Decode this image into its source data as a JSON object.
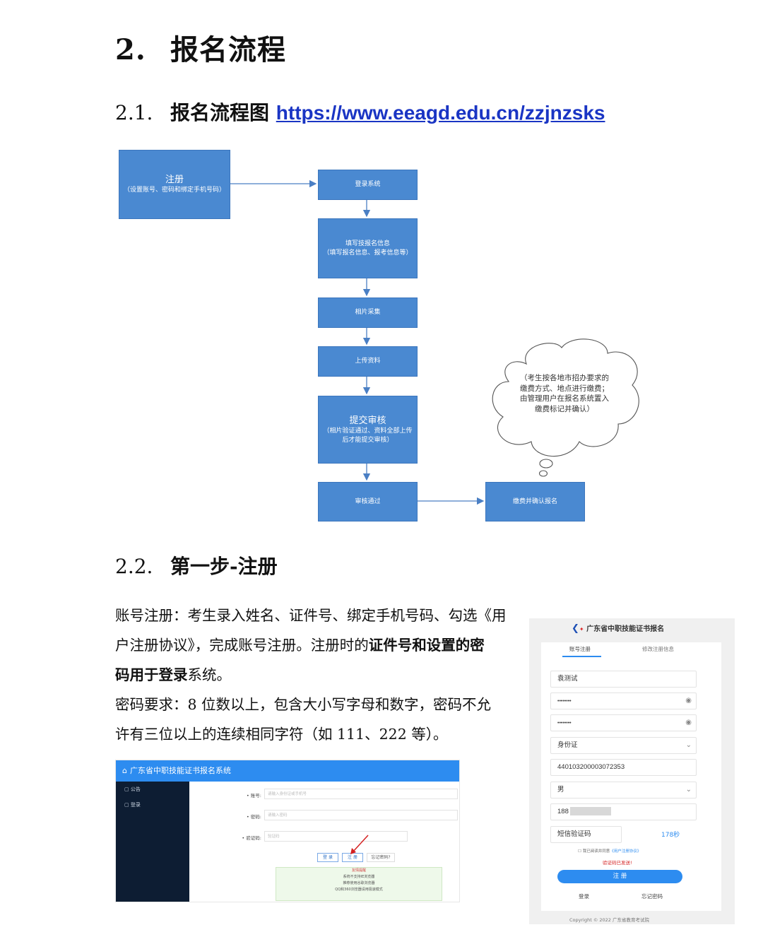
{
  "section": {
    "number": "2.",
    "title": "报名流程"
  },
  "sub1": {
    "number": "2.1.",
    "title": "报名流程图",
    "link": "https://www.eeagd.edu.cn/zzjnzsks"
  },
  "flow": {
    "register": {
      "title": "注册",
      "note": "（设置账号、密码和绑定手机号码）"
    },
    "login": "登录系统",
    "fill": {
      "title": "填写技报名信息",
      "note": "（填写报名信息、报考信息等）"
    },
    "photo": "相片采集",
    "upload": "上传资料",
    "submit": {
      "title": "提交审核",
      "note": "（相片验证通过、资料全部上传后才能提交审核）"
    },
    "approved": "审核通过",
    "pay": "缴费并确认报名",
    "cloud": "（考生按各地市招办要求的缴费方式、地点进行缴费；由管理用户在报名系统置入缴费标记并确认）"
  },
  "sub2": {
    "number": "2.2.",
    "title": "第一步-注册"
  },
  "para1": {
    "line1": "账号注册：考生录入姓名、证件号、绑定手机号码、勾选《用",
    "line2a": "户注册协议》，完成账号注册。注册时的",
    "line2b": "证件号和设置的密",
    "line3a": "码用于登录",
    "line3b": "系统。"
  },
  "para2": {
    "line1": "密码要求：8 位数以上，包含大小写字母和数字，密码不允",
    "line2": "许有三位以上的连续相同字符（如 111、222 等）。"
  },
  "shot_left": {
    "title": "广东省中职技能证书报名系统",
    "menu": [
      "公告",
      "登录"
    ],
    "account_label": "• 账号:",
    "account_ph": "请输入身份证或手机号",
    "password_label": "• 密码:",
    "password_ph": "请输入密码",
    "captcha_label": "• 验证码:",
    "captcha_ph": "验证码",
    "login_btn": "登 录",
    "register_btn": "注 册",
    "forgot": "忘记密码?",
    "notice_title": "友情提醒",
    "notice_lines": [
      "系统不支持IE浏览器",
      "推荐使用谷歌浏览器",
      "QQ和360浏览器请用极速模式"
    ]
  },
  "shot_right": {
    "brand": "广东省中职技能证书报名",
    "tab_register": "账号注册",
    "tab_modify": "修改注册信息",
    "name": "袁测试",
    "pwd1": "••••••••",
    "pwd2": "••••••••",
    "id_type": "身份证",
    "id_no": "440103200003072353",
    "gender": "男",
    "phone": "188",
    "sms_ph": "短信验证码",
    "countdown": "178秒",
    "agree_text": "我已阅读并同意",
    "agree_link": "《用户注册协议》",
    "sent_msg": "验证码已发送!",
    "register_btn": "注  册",
    "login_link": "登录",
    "forgot_link": "忘记密码",
    "copyright": "Copyright © 2022 广东省教育考试院"
  },
  "colors": {
    "flow_box": "#4a89d1",
    "link": "#1a35c4",
    "primary": "#2d8cf0"
  }
}
